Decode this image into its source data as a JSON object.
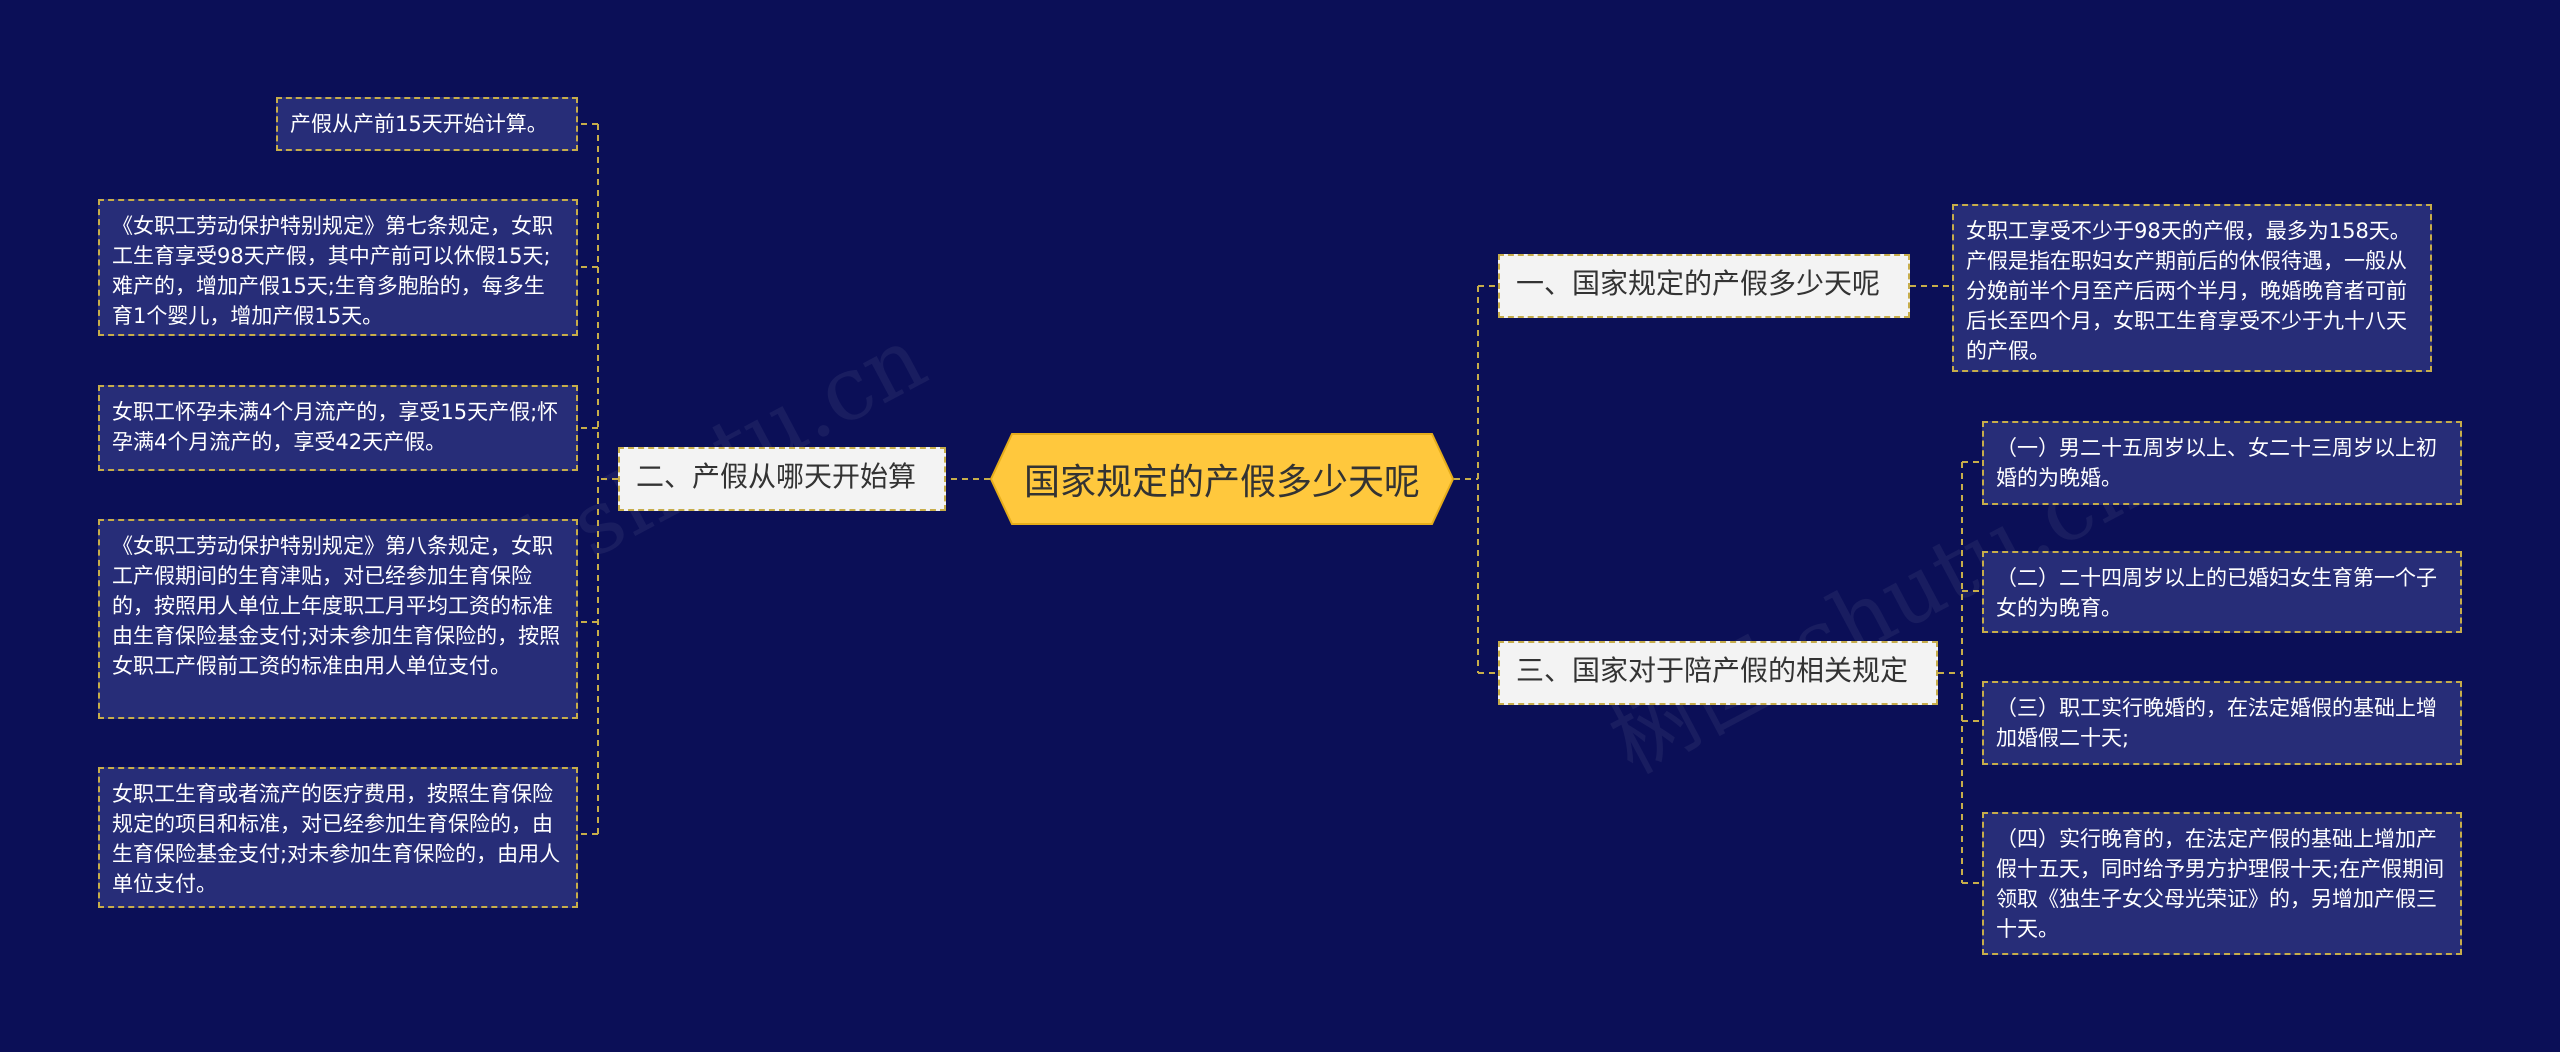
{
  "center": {
    "label": "国家规定的产假多少天呢"
  },
  "branches": {
    "b1": {
      "label": "一、国家规定的产假多少天呢"
    },
    "b2": {
      "label": "二、产假从哪天开始算"
    },
    "b3": {
      "label": "三、国家对于陪产假的相关规定"
    }
  },
  "leaves": {
    "b1_1": "女职工享受不少于98天的产假，最多为158天。产假是指在职妇女产期前后的休假待遇，一般从分娩前半个月至产后两个半月，晚婚晚育者可前后长至四个月，女职工生育享受不少于九十八天的产假。",
    "b2_1": "产假从产前15天开始计算。",
    "b2_2": "《女职工劳动保护特别规定》第七条规定，女职工生育享受98天产假，其中产前可以休假15天;难产的，增加产假15天;生育多胞胎的，每多生育1个婴儿，增加产假15天。",
    "b2_3": "女职工怀孕未满4个月流产的，享受15天产假;怀孕满4个月流产的，享受42天产假。",
    "b2_4": "《女职工劳动保护特别规定》第八条规定，女职工产假期间的生育津贴，对已经参加生育保险的，按照用人单位上年度职工月平均工资的标准由生育保险基金支付;对未参加生育保险的，按照女职工产假前工资的标准由用人单位支付。",
    "b2_5": "女职工生育或者流产的医疗费用，按照生育保险规定的项目和标准，对已经参加生育保险的，由生育保险基金支付;对未参加生育保险的，由用人单位支付。",
    "b3_1": "（一）男二十五周岁以上、女二十三周岁以上初婚的为晚婚。",
    "b3_2": "（二）二十四周岁以上的已婚妇女生育第一个子女的为晚育。",
    "b3_3": "（三）职工实行晚婚的，在法定婚假的基础上增加婚假二十天;",
    "b3_4": "（四）实行晚育的，在法定产假的基础上增加产假十五天，同时给予男方护理假十天;在产假期间领取《独生子女父母光荣证》的，另增加产假三十天。"
  },
  "watermarks": [
    "树图 shutu.cn",
    "树图 shutu.cn"
  ],
  "colors": {
    "background": "#0b0f57",
    "center_fill": "#ffc83d",
    "branch_fill": "#f3f3f3",
    "leaf_fill": "#272d78",
    "connector": "#c7ad4a"
  }
}
